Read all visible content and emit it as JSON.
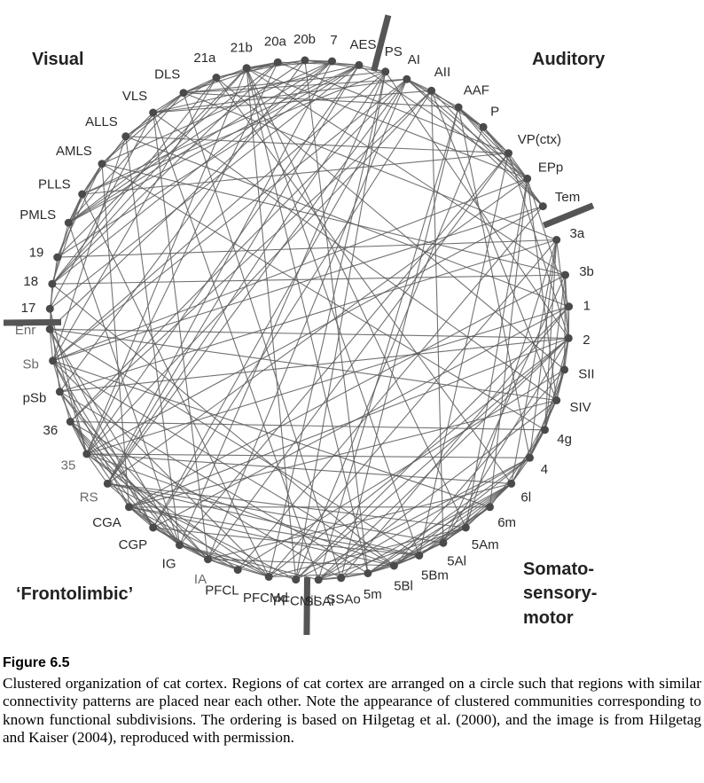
{
  "groups": {
    "visual": "Visual",
    "auditory": "Auditory",
    "somato": [
      "Somato-",
      "sensory-",
      "motor"
    ],
    "frontolimbic": "‘Frontolimbic’"
  },
  "nodes": [
    {
      "name": "17",
      "group": "visual"
    },
    {
      "name": "18",
      "group": "visual"
    },
    {
      "name": "19",
      "group": "visual"
    },
    {
      "name": "PMLS",
      "group": "visual"
    },
    {
      "name": "PLLS",
      "group": "visual"
    },
    {
      "name": "AMLS",
      "group": "visual"
    },
    {
      "name": "ALLS",
      "group": "visual"
    },
    {
      "name": "VLS",
      "group": "visual"
    },
    {
      "name": "DLS",
      "group": "visual"
    },
    {
      "name": "21a",
      "group": "visual"
    },
    {
      "name": "21b",
      "group": "visual"
    },
    {
      "name": "20a",
      "group": "visual"
    },
    {
      "name": "20b",
      "group": "visual"
    },
    {
      "name": "7",
      "group": "visual"
    },
    {
      "name": "AES",
      "group": "visual"
    },
    {
      "name": "PS",
      "group": "visual"
    },
    {
      "name": "AI",
      "group": "auditory"
    },
    {
      "name": "AII",
      "group": "auditory"
    },
    {
      "name": "AAF",
      "group": "auditory"
    },
    {
      "name": "P",
      "group": "auditory"
    },
    {
      "name": "VP(ctx)",
      "group": "auditory"
    },
    {
      "name": "EPp",
      "group": "auditory"
    },
    {
      "name": "Tem",
      "group": "auditory"
    },
    {
      "name": "3a",
      "group": "somato"
    },
    {
      "name": "3b",
      "group": "somato"
    },
    {
      "name": "1",
      "group": "somato"
    },
    {
      "name": "2",
      "group": "somato"
    },
    {
      "name": "SII",
      "group": "somato"
    },
    {
      "name": "SIV",
      "group": "somato"
    },
    {
      "name": "4g",
      "group": "somato"
    },
    {
      "name": "4",
      "group": "somato"
    },
    {
      "name": "6l",
      "group": "somato"
    },
    {
      "name": "6m",
      "group": "somato"
    },
    {
      "name": "5Am",
      "group": "somato"
    },
    {
      "name": "5Al",
      "group": "somato"
    },
    {
      "name": "5Bm",
      "group": "somato"
    },
    {
      "name": "5Bl",
      "group": "somato"
    },
    {
      "name": "5m",
      "group": "somato"
    },
    {
      "name": "SSAo",
      "group": "somato"
    },
    {
      "name": "SSAi",
      "group": "somato"
    },
    {
      "name": "PFCMil",
      "group": "frontolimbic"
    },
    {
      "name": "PFCMd",
      "group": "frontolimbic"
    },
    {
      "name": "PFCL",
      "group": "frontolimbic"
    },
    {
      "name": "IA",
      "group": "frontolimbic"
    },
    {
      "name": "IG",
      "group": "frontolimbic"
    },
    {
      "name": "CGP",
      "group": "frontolimbic"
    },
    {
      "name": "CGA",
      "group": "frontolimbic"
    },
    {
      "name": "RS",
      "group": "frontolimbic"
    },
    {
      "name": "35",
      "group": "frontolimbic"
    },
    {
      "name": "36",
      "group": "frontolimbic"
    },
    {
      "name": "pSb",
      "group": "frontolimbic"
    },
    {
      "name": "Sb",
      "group": "frontolimbic"
    },
    {
      "name": "Enr",
      "group": "frontolimbic"
    }
  ],
  "caption": {
    "title": "Figure 6.5",
    "body": "Clustered organization of cat cortex. Regions of cat cortex are arranged on a circle such that regions with similar connectivity patterns are placed near each other. Note the appearance of clustered communities corresponding to known functional subdivisions. The ordering is based on Hilgetag et al. (2000), and the image is from Hilgetag and Kaiser (2004), reproduced with permission."
  }
}
